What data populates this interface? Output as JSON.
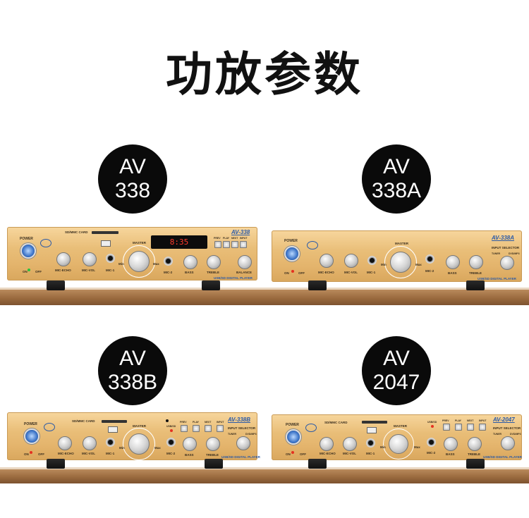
{
  "title": "功放参数",
  "badges": {
    "av338": {
      "line1": "AV",
      "line2": "338"
    },
    "av338a": {
      "line1": "AV",
      "line2": "338A"
    },
    "av338b": {
      "line1": "AV",
      "line2": "338B"
    },
    "av2047": {
      "line1": "AV",
      "line2": "2047"
    }
  },
  "amps": {
    "av338": {
      "model": "AV-338",
      "display": "8:35",
      "labels": {
        "power": "POWER",
        "sd": "SD/MMC CARD",
        "master": "MASTER",
        "echo": "MIC-ECHO",
        "micvol": "MIC-VOL",
        "mic1": "MIC-1",
        "mic2": "MIC-2",
        "bass": "BASS",
        "treble": "TREBLE",
        "balance": "BALANCE",
        "on": "ON",
        "off": "OFF",
        "min": "Min",
        "max": "Max",
        "footer": "USB/SD DIGITAL PLAYER",
        "prev": "PREV",
        "play": "PLAY",
        "next": "NEXT",
        "input": "INPUT"
      }
    },
    "av338a": {
      "model": "AV-338A",
      "labels": {
        "power": "POWER",
        "master": "MASTER",
        "echo": "MIC-ECHO",
        "micvol": "MIC-VOL",
        "mic1": "MIC-1",
        "mic2": "MIC-2",
        "bass": "BASS",
        "treble": "TREBLE",
        "on": "ON",
        "off": "OFF",
        "min": "Min",
        "max": "Max",
        "selector": "INPUT SELECTOR",
        "tuner": "TUNER",
        "dvd": "DVD/MP3",
        "footer": "USB/SD DIGITAL PLAYER"
      }
    },
    "av338b": {
      "model": "AV-338B",
      "labels": {
        "power": "POWER",
        "sd": "SD/MMC CARD",
        "master": "MASTER",
        "echo": "MIC-ECHO",
        "micvol": "MIC-VOL",
        "mic1": "MIC-1",
        "mic2": "MIC-2",
        "bass": "BASS",
        "treble": "TREBLE",
        "on": "ON",
        "off": "OFF",
        "min": "Min",
        "max": "Max",
        "selector": "INPUT SELECTOR",
        "tuner": "TUNER",
        "dvd": "DVD/MP3",
        "prev": "PREV",
        "play": "PLAY",
        "next": "NEXT",
        "input": "INPUT",
        "usbsd": "USB/SD",
        "footer": "USB/SD DIGITAL PLAYER"
      }
    },
    "av2047": {
      "model": "AV-2047",
      "labels": {
        "power": "POWER",
        "sd": "SD/MMC CARD",
        "master": "MASTER",
        "echo": "MIC-ECHO",
        "micvol": "MIC-VOL",
        "mic1": "MIC-1",
        "mic2": "MIC-2",
        "bass": "BASS",
        "treble": "TREBLE",
        "on": "ON",
        "off": "OFF",
        "min": "Min",
        "max": "Max",
        "selector": "INPUT SELECTOR",
        "tuner": "TUNER",
        "dvd": "DVD/MP3",
        "prev": "PREV",
        "play": "PLAY",
        "next": "NEXT",
        "input": "INPUT",
        "usbsd": "USB/SD",
        "footer": "USB/SD DIGITAL PLAYER"
      }
    }
  }
}
